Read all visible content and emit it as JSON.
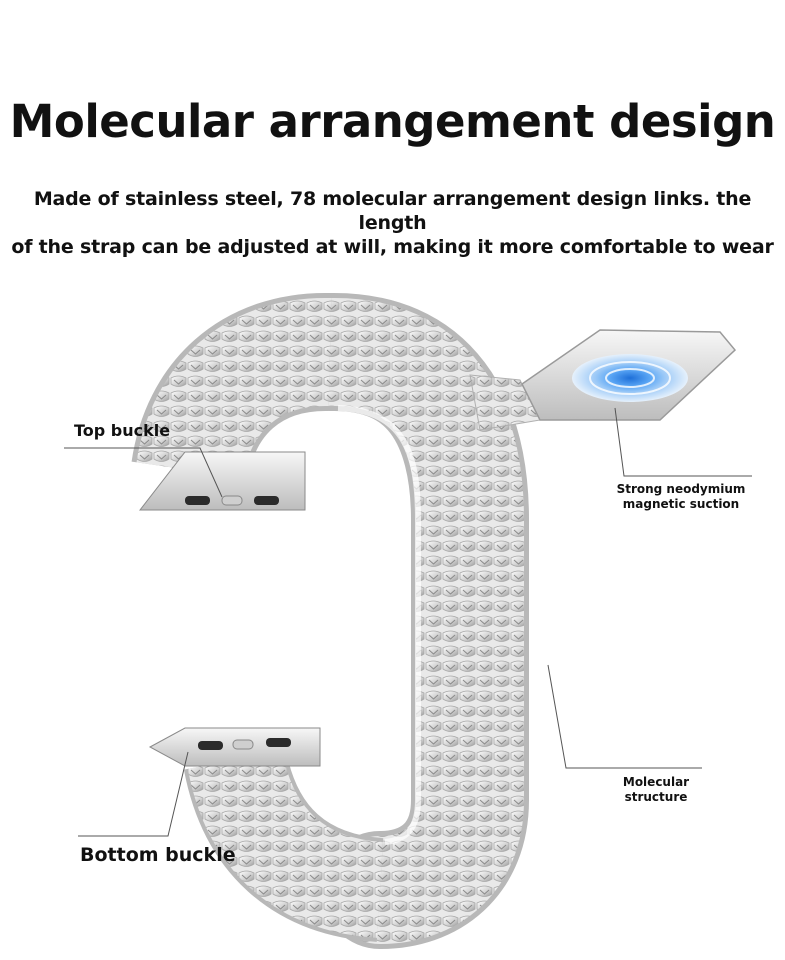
{
  "heading": "Molecular arrangement design",
  "description": {
    "line1": "Made of stainless steel, 78 molecular arrangement design links. the length",
    "line2": "of the strap can be adjusted at will, making it more comfortable to wear"
  },
  "callouts": {
    "top_buckle": "Top buckle",
    "bottom_buckle": "Bottom buckle",
    "magnet": {
      "line1": "Strong neodymium",
      "line2": "magnetic suction"
    },
    "molecular": {
      "line1": "Molecular",
      "line2": "structure"
    }
  },
  "colors": {
    "steel_light": "#f1f1f1",
    "steel_mid": "#c9c9c9",
    "steel_dark": "#8e8e8e",
    "magnet_blue": "#3a8ff0",
    "slot_dark": "#2b2b2b",
    "leader_line": "#555555"
  }
}
